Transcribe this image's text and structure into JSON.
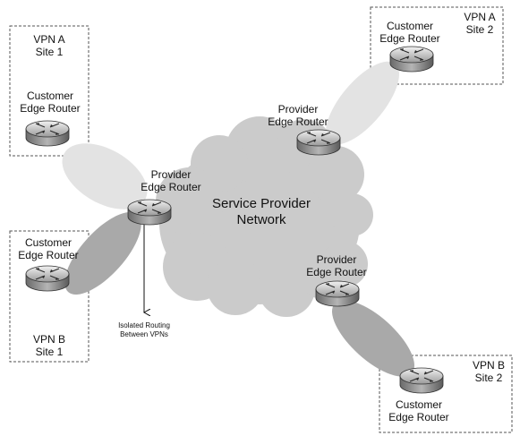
{
  "diagram": {
    "cloud_label": "Service Provider\nNetwork",
    "isolation_note": "Isolated Routing\nBetween VPNs",
    "sites": [
      {
        "key": "vpn-a-site-1",
        "label": "VPN A\nSite 1",
        "router_label": "Customer\nEdge Router"
      },
      {
        "key": "vpn-b-site-1",
        "label": "VPN B\nSite 1",
        "router_label": "Customer\nEdge Router"
      },
      {
        "key": "vpn-a-site-2",
        "label": "VPN A\nSite 2",
        "router_label": "Customer\nEdge Router"
      },
      {
        "key": "vpn-b-site-2",
        "label": "VPN B\nSite 2",
        "router_label": "Customer\nEdge Router"
      }
    ],
    "provider_routers": [
      {
        "key": "pe-left",
        "label": "Provider\nEdge Router"
      },
      {
        "key": "pe-top",
        "label": "Provider\nEdge Router"
      },
      {
        "key": "pe-bottom",
        "label": "Provider\nEdge Router"
      }
    ],
    "colors": {
      "cloud": "#cbcbcb",
      "vpn_a_link": "#e3e3e3",
      "vpn_b_link": "#a9a9a9",
      "site_border": "#555555"
    }
  }
}
